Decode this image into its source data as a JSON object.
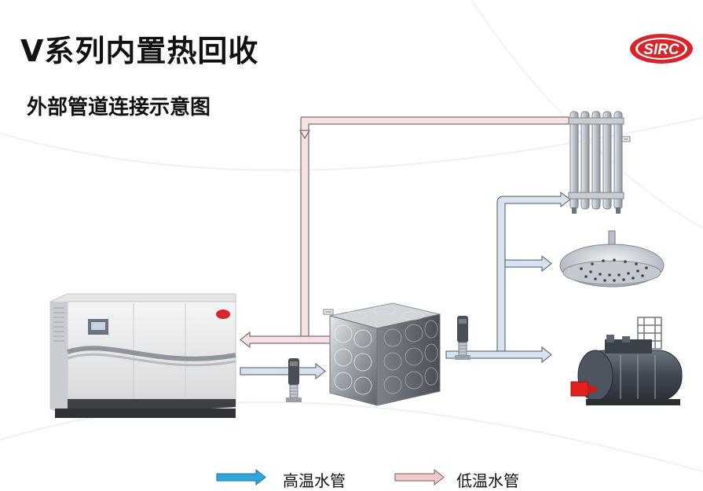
{
  "header": {
    "title": "V系列内置热回收",
    "subtitle": "外部管道连接示意图"
  },
  "logo": {
    "text": "SIRC",
    "color": "#d7262b"
  },
  "legend": {
    "hot": {
      "label": "高温水管",
      "color": "#2ea7df"
    },
    "cold": {
      "label": "低温水管",
      "color": "#f3c9c9"
    }
  },
  "colors": {
    "hot_pipe_fill": "#d6e4f1",
    "cold_pipe_fill": "#f8e1e1",
    "pipe_stroke": "#555555"
  },
  "components": {
    "compressor": "air-compressor",
    "tank": "stainless-water-tank",
    "radiator": "radiator",
    "shower": "shower-head",
    "boiler": "boiler",
    "pumps": [
      "pump-1",
      "pump-2"
    ]
  }
}
